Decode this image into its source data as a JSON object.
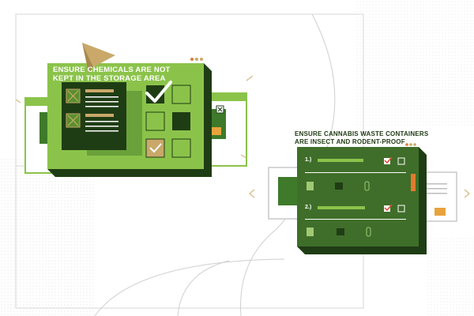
{
  "left_panel": {
    "title": "ENSURE CHEMICALS ARE NOT\nKEPT IN THE STORAGE AREA"
  },
  "right_panel": {
    "title": "ENSURE CANNABIS WASTE CONTAINERS\nARE INSECT AND RODENT-PROOF",
    "rows": [
      {
        "label": "1.)"
      },
      {
        "label": "2.)"
      }
    ]
  },
  "colors": {
    "light_green": "#8bc34a",
    "mid_green": "#4f8a2b",
    "dark_green": "#1f3d14",
    "tan": "#c9a86a",
    "orange": "#e8a33c"
  }
}
